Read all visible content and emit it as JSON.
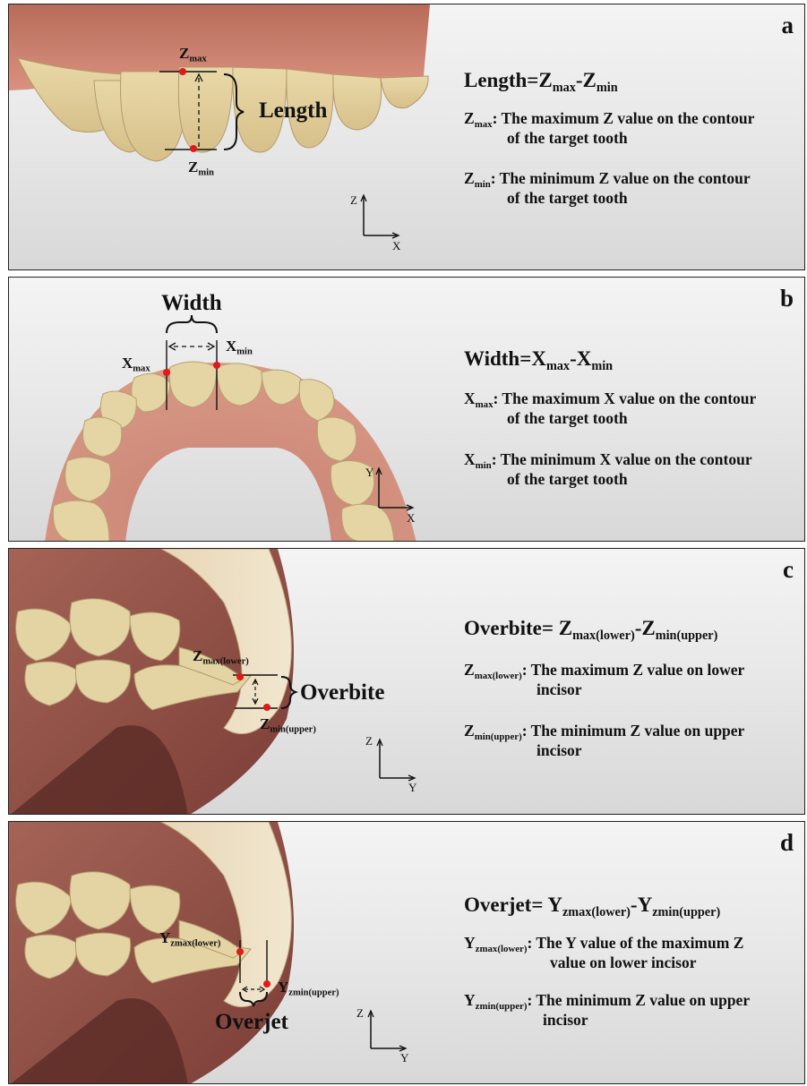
{
  "panels": {
    "a": {
      "letter": "a",
      "formula": {
        "lhs": "Length=Z",
        "s1": "max",
        "mid": "-Z",
        "s2": "min"
      },
      "defs": [
        {
          "sym": "Z",
          "sub": "max",
          "text": ": The maximum Z value on the contour",
          "cont": "of the target tooth"
        },
        {
          "sym": "Z",
          "sub": "min",
          "text": ": The minimum Z value on the contour",
          "cont": "of the target tooth"
        }
      ],
      "labels": {
        "top": {
          "sym": "Z",
          "sub": "max"
        },
        "bottom": {
          "sym": "Z",
          "sub": "min"
        },
        "measure": "Length"
      },
      "axes": {
        "v": "Z",
        "h": "X"
      }
    },
    "b": {
      "letter": "b",
      "formula": {
        "lhs": "Width=X",
        "s1": "max",
        "mid": "-X",
        "s2": "min"
      },
      "defs": [
        {
          "sym": "X",
          "sub": "max",
          "text": ": The maximum X value on the contour",
          "cont": "of the target tooth"
        },
        {
          "sym": "X",
          "sub": "min",
          "text": ": The minimum X value on the contour",
          "cont": "of the target tooth"
        }
      ],
      "labels": {
        "left": {
          "sym": "X",
          "sub": "max"
        },
        "right": {
          "sym": "X",
          "sub": "min"
        },
        "measure": "Width"
      },
      "axes": {
        "v": "Y",
        "h": "X"
      }
    },
    "c": {
      "letter": "c",
      "formula": {
        "lhs": "Overbite= Z",
        "s1": "max(lower)",
        "mid": "-Z",
        "s2": "min(upper)"
      },
      "defs": [
        {
          "sym": "Z",
          "sub": "max(lower)",
          "text": ": The maximum Z value on lower",
          "cont": "incisor"
        },
        {
          "sym": "Z",
          "sub": "min(upper)",
          "text": ": The minimum Z value on upper",
          "cont": "incisor"
        }
      ],
      "labels": {
        "top": {
          "sym": "Z",
          "sub": "max(lower)"
        },
        "bottom": {
          "sym": "Z",
          "sub": "min(upper)"
        },
        "measure": "Overbite"
      },
      "axes": {
        "v": "Z",
        "h": "Y"
      }
    },
    "d": {
      "letter": "d",
      "formula": {
        "lhs": "Overjet= Y",
        "s1": "zmax(lower)",
        "mid": "-Y",
        "s2": "zmin(upper)"
      },
      "defs": [
        {
          "sym": "Y",
          "sub": "zmax(lower)",
          "text": ": The Y value of the maximum Z",
          "cont": "value on lower incisor"
        },
        {
          "sym": "Y",
          "sub": "zmin(upper)",
          "text": ":  The minimum Z value on upper",
          "cont": "incisor"
        }
      ],
      "labels": {
        "top": {
          "sym": "Y",
          "sub": "zmax(lower)"
        },
        "bottom": {
          "sym": "Y",
          "sub": "zmin(upper)"
        },
        "measure": "Overjet"
      },
      "axes": {
        "v": "Z",
        "h": "Y"
      }
    }
  },
  "colors": {
    "marker": "#e0191b",
    "gum": "#c98373",
    "tooth": "#e8d9b0"
  }
}
